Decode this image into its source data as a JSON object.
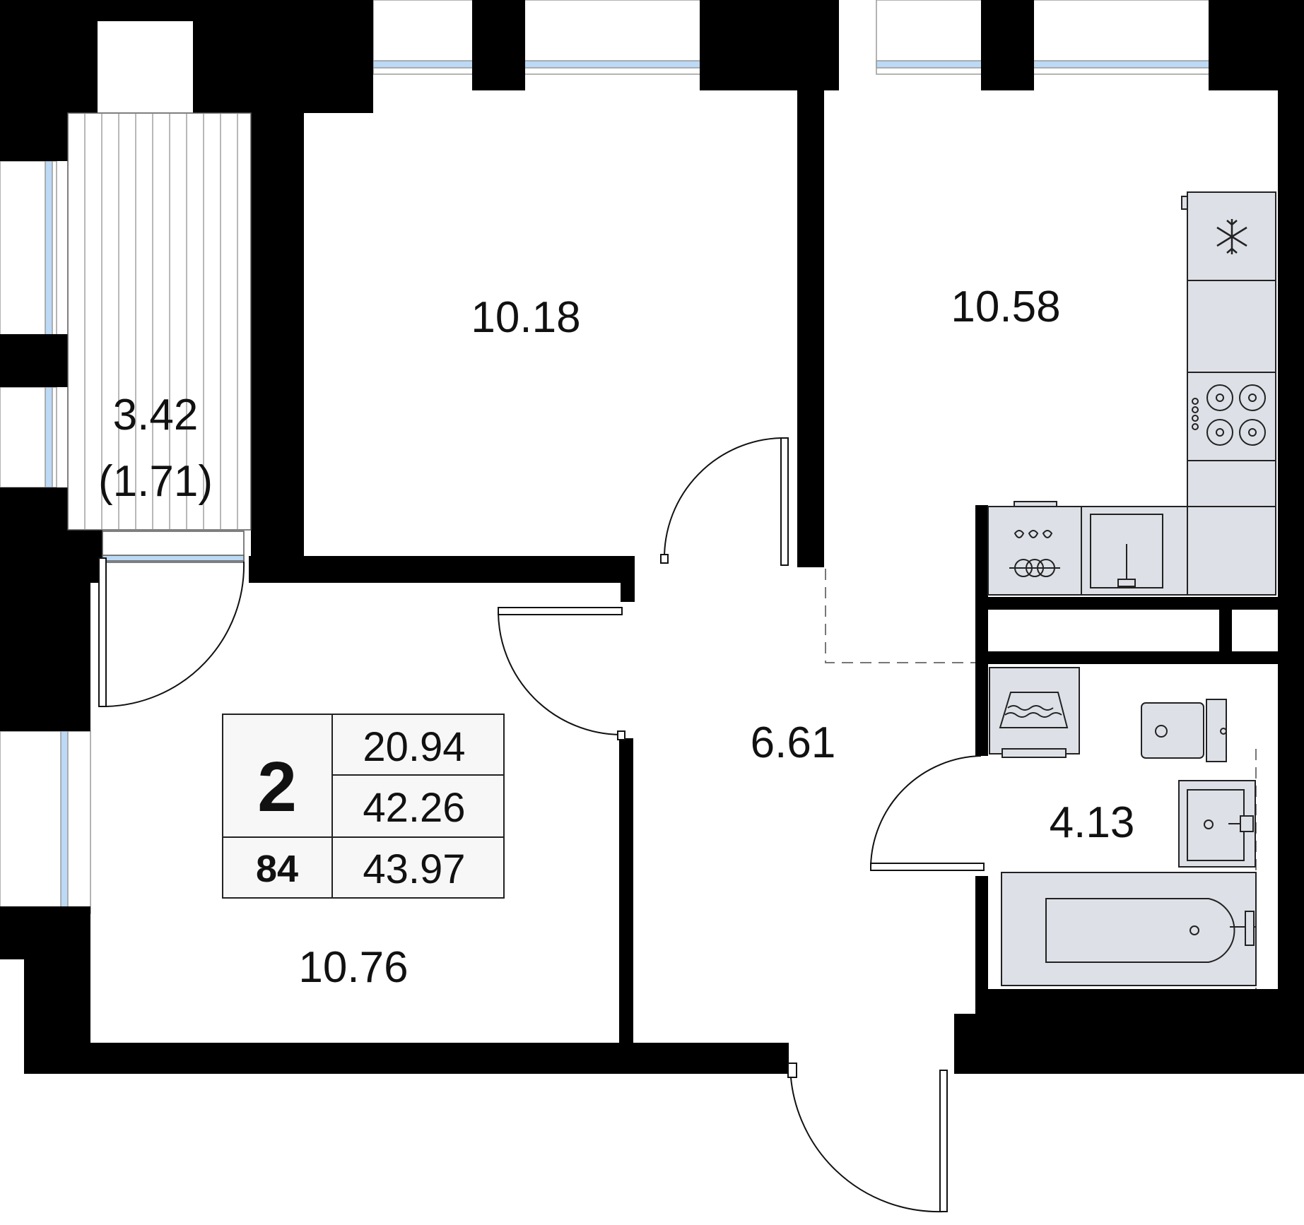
{
  "colors": {
    "wall": "#000000",
    "window_glass": "#bcd9f5",
    "appliance_fill": "#dde0e6",
    "appliance_stroke": "#222222",
    "background": "#ffffff"
  },
  "rooms": {
    "bedroom_top": {
      "area": "10.18"
    },
    "kitchen": {
      "area": "10.58"
    },
    "balcony": {
      "area": "3.42",
      "area_reduced": "(1.71)"
    },
    "hallway": {
      "area": "6.61"
    },
    "bathroom": {
      "area": "4.13"
    },
    "living_room": {
      "area": "10.76"
    }
  },
  "summary": {
    "room_count": "2",
    "apartment_number": "84",
    "living_area": "20.94",
    "total_area": "42.26",
    "total_area_with_balcony": "43.97"
  },
  "icons": [
    "fridge-icon",
    "stove-icon",
    "cooktop-icon",
    "kitchen-sink-icon",
    "washing-machine-icon",
    "toilet-icon",
    "washbasin-icon",
    "bathtub-icon"
  ]
}
